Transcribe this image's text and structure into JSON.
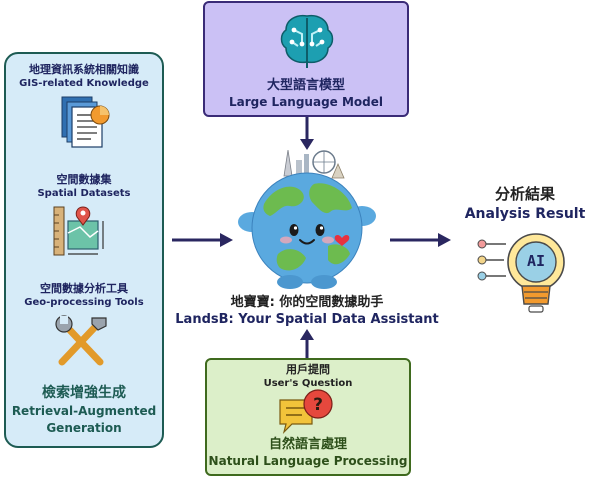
{
  "left_panel": {
    "gis_zh": "地理資訊系統相關知識",
    "gis_en": "GIS-related Knowledge",
    "spatial_zh": "空間數據集",
    "spatial_en": "Spatial Datasets",
    "geo_zh": "空間數據分析工具",
    "geo_en": "Geo-processing Tools",
    "rag_zh": "檢索增強生成",
    "rag_en_1": "Retrieval-Augmented",
    "rag_en_2": "Generation"
  },
  "top_panel": {
    "zh": "大型語言模型",
    "en": "Large Language Model"
  },
  "bottom_panel": {
    "question_zh": "用戶提問",
    "question_en": "User's Question",
    "nlp_zh": "自然語言處理",
    "nlp_en": "Natural Language Processing"
  },
  "center": {
    "zh": "地寶寶: 你的空間數據助手",
    "en": "LandsB: Your Spatial Data Assistant"
  },
  "result": {
    "zh": "分析結果",
    "en": "Analysis Result",
    "icon_text": "AI"
  },
  "colors": {
    "left_fill": "#d6ebf8",
    "left_border": "#1d5b53",
    "top_fill": "#cbc1f5",
    "top_border": "#3a2b77",
    "bottom_fill": "#dcefc9",
    "bottom_border": "#3f6a1e",
    "arrow": "#2a2760"
  }
}
